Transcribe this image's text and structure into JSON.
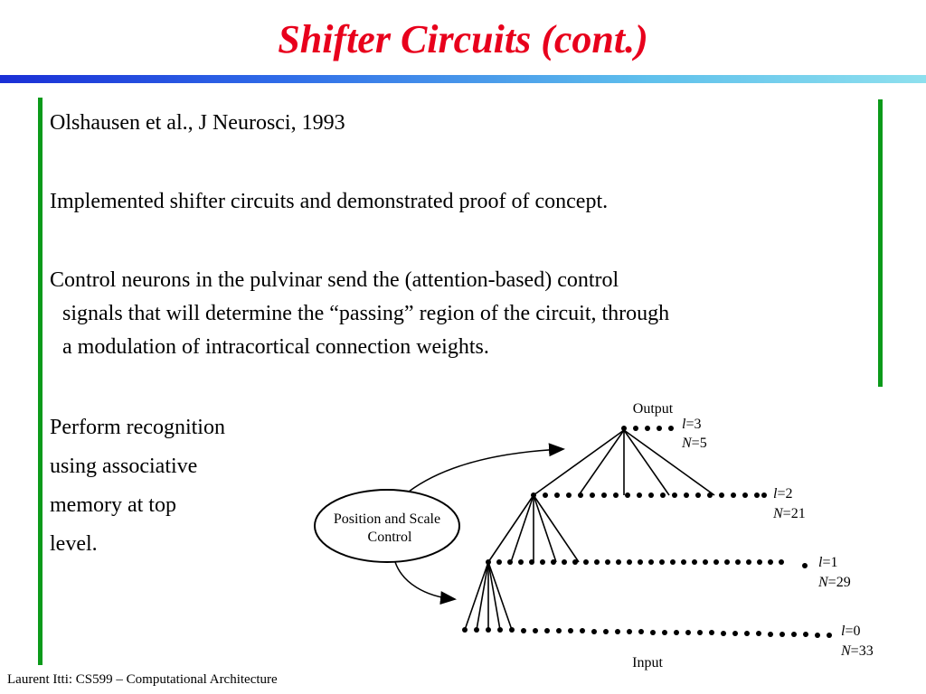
{
  "slide": {
    "title": "Shifter Circuits (cont.)",
    "citation": "Olshausen et al., J Neurosci, 1993",
    "para1": "Implemented shifter circuits and demonstrated proof of concept.",
    "para2_line1": "Control neurons in the pulvinar send the (attention-based) control",
    "para2_line2": "signals that will determine the “passing” region of the circuit, through",
    "para2_line3": "a modulation of intracortical connection weights.",
    "recog_line1": "Perform recognition",
    "recog_line2": "using associative",
    "recog_line3": "memory at top",
    "recog_line4": "level.",
    "footer": "Laurent Itti: CS599 – Computational Architecture"
  },
  "diagram": {
    "output_label": "Output",
    "input_label": "Input",
    "control_line1": "Position and Scale",
    "control_line2": "Control",
    "levels": [
      {
        "l_sym": "l",
        "l_val": "=3",
        "n_sym": "N",
        "n_val": "=5"
      },
      {
        "l_sym": "l",
        "l_val": "=2",
        "n_sym": "N",
        "n_val": "=21"
      },
      {
        "l_sym": "l",
        "l_val": "=1",
        "n_sym": "N",
        "n_val": "=29"
      },
      {
        "l_sym": "l",
        "l_val": "=0",
        "n_sym": "N",
        "n_val": "=33"
      }
    ]
  }
}
